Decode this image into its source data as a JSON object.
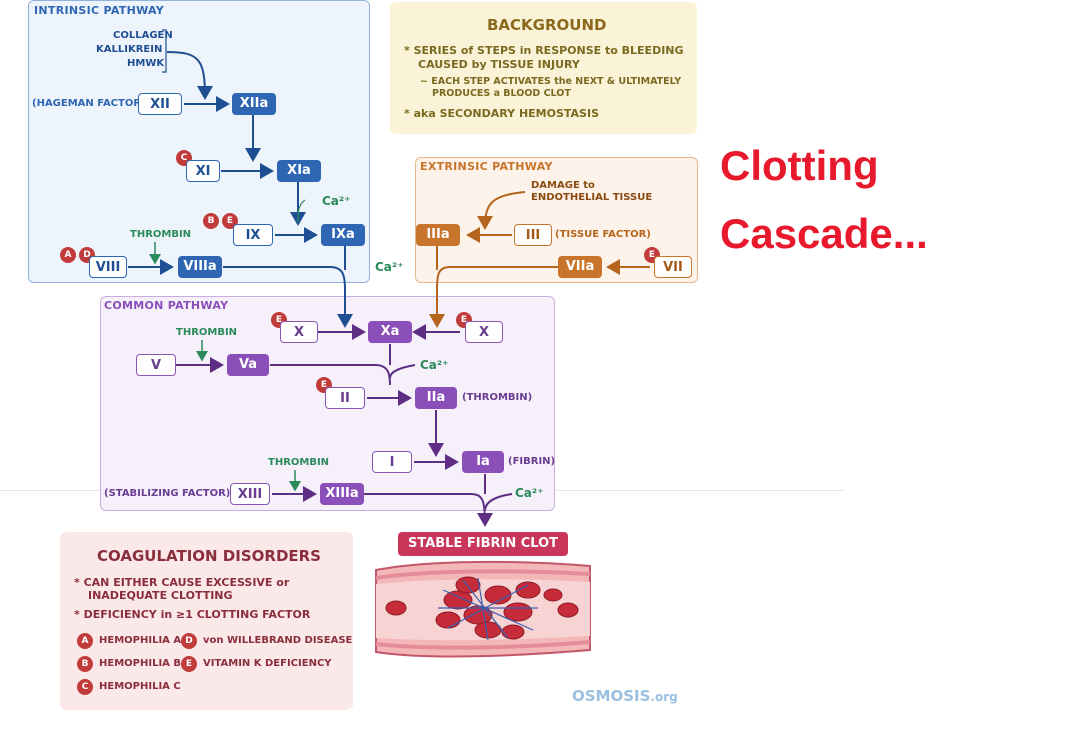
{
  "headline": [
    "Clotting",
    "Cascade..."
  ],
  "colors": {
    "intrinsic": "#2f66b3",
    "extrinsic": "#c8742b",
    "common": "#8a4fb8",
    "badge": "#c23b3b",
    "thrombin": "#2a8a5a",
    "headline": "#e8192c"
  },
  "intrinsic": {
    "title": "INTRINSIC PATHWAY",
    "triggers": [
      "COLLAGEN",
      "KALLIKREIN",
      "HMWK"
    ],
    "hageman": "(HAGEMAN FACTOR)",
    "xii": "XII",
    "xiia": "XIIa",
    "xi": "XI",
    "xia": "XIa",
    "ix": "IX",
    "ixa": "IXa",
    "viii": "VIII",
    "viiia": "VIIIa",
    "thrombin": "THROMBIN",
    "ca": "Ca²⁺"
  },
  "extrinsic": {
    "title": "EXTRINSIC PATHWAY",
    "damage": [
      "DAMAGE to",
      "ENDOTHELIAL TISSUE"
    ],
    "iiia": "IIIa",
    "iii": "III",
    "tissue_factor": "(TISSUE FACTOR)",
    "viia": "VIIa",
    "vii": "VII",
    "ca": "Ca²⁺"
  },
  "common": {
    "title": "COMMON PATHWAY",
    "x_left": "X",
    "xa": "Xa",
    "x_right": "X",
    "thrombin1": "THROMBIN",
    "v": "V",
    "va": "Va",
    "ca1": "Ca²⁺",
    "ii": "II",
    "iia": "IIa",
    "thrombin_label": "(THROMBIN)",
    "i": "I",
    "ia": "Ia",
    "fibrin_label": "(FIBRIN)",
    "thrombin2": "THROMBIN",
    "stabilizing": "(STABILIZING FACTOR)",
    "xiii": "XIII",
    "xiiia": "XIIIa",
    "ca2": "Ca²⁺"
  },
  "background": {
    "title": "BACKGROUND",
    "lines": [
      "* SERIES of STEPS in RESPONSE to BLEEDING",
      "CAUSED by TISSUE INJURY",
      "~ EACH STEP ACTIVATES the NEXT & ULTIMATELY",
      "PRODUCES a BLOOD CLOT",
      "* aka SECONDARY HEMOSTASIS"
    ]
  },
  "stable_clot": "STABLE FIBRIN CLOT",
  "disorders": {
    "title": "COAGULATION DISORDERS",
    "lines": [
      "* CAN EITHER CAUSE EXCESSIVE or",
      "INADEQUATE CLOTTING",
      "* DEFICIENCY in ≥1 CLOTTING FACTOR"
    ],
    "items": [
      {
        "badge": "A",
        "label": "HEMOPHILIA A"
      },
      {
        "badge": "B",
        "label": "HEMOPHILIA B"
      },
      {
        "badge": "C",
        "label": "HEMOPHILIA C"
      },
      {
        "badge": "D",
        "label": "von WILLEBRAND DISEASE"
      },
      {
        "badge": "E",
        "label": "VITAMIN K DEFICIENCY"
      }
    ]
  },
  "badges": {
    "a": "A",
    "b": "B",
    "c": "C",
    "d": "D",
    "e": "E"
  },
  "watermark": {
    "main": "OSMOSIS",
    "suffix": ".org"
  }
}
